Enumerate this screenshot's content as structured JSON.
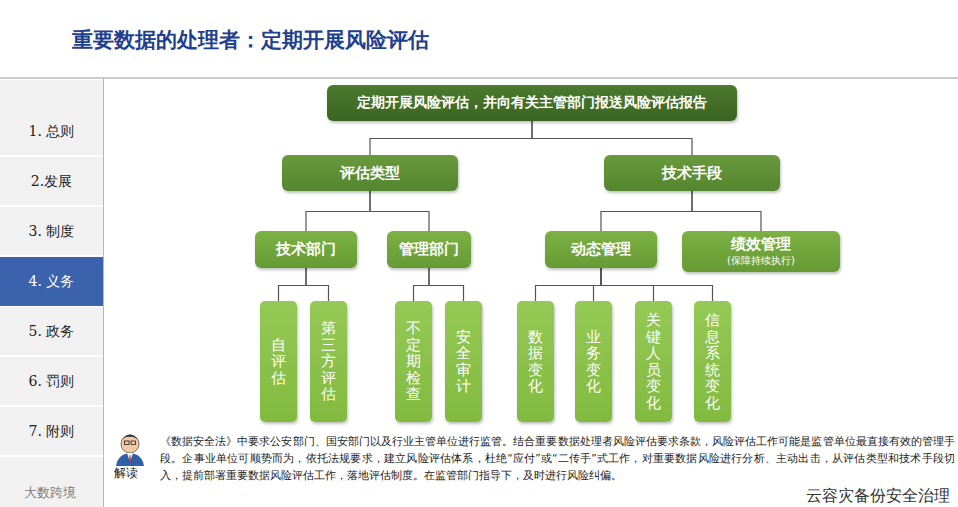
{
  "diagram": {
    "title": "重要数据的处理者：定期开展风险评估",
    "nodes": [
      {
        "text": [
          "定期开展风险评估，并向有关主管部门报送风险评估报告"
        ]
      },
      {
        "text": [
          "评估类型"
        ]
      },
      {
        "text": [
          "技术手段"
        ]
      },
      {
        "text": [
          "技术部门"
        ]
      },
      {
        "text": [
          "管理部门"
        ]
      },
      {
        "text": [
          "动态管理"
        ]
      },
      {
        "text": [
          "绩效管理",
          "(保障持续执行)"
        ]
      },
      {
        "text": [
          "自评估"
        ]
      },
      {
        "text": [
          "第三方评估"
        ]
      },
      {
        "text": [
          "不定期检查"
        ]
      },
      {
        "text": [
          "安全审计"
        ]
      },
      {
        "text": [
          "数据变化"
        ]
      },
      {
        "text": [
          "业务变化"
        ]
      },
      {
        "text": [
          "关键人员变化"
        ]
      },
      {
        "text": [
          "信息系统变化"
        ]
      }
    ],
    "edges": [
      {
        "from": 0,
        "to": 1,
        "arrow": "none"
      },
      {
        "from": 0,
        "to": 2,
        "arrow": "none"
      },
      {
        "from": 1,
        "to": 3,
        "arrow": "none"
      },
      {
        "from": 1,
        "to": 4,
        "arrow": "none"
      },
      {
        "from": 2,
        "to": 5,
        "arrow": "none"
      },
      {
        "from": 2,
        "to": 6,
        "arrow": "none"
      },
      {
        "from": 3,
        "to": 7,
        "arrow": "none"
      },
      {
        "from": 3,
        "to": 8,
        "arrow": "none"
      },
      {
        "from": 4,
        "to": 9,
        "arrow": "none"
      },
      {
        "from": 4,
        "to": 10,
        "arrow": "none"
      },
      {
        "from": 5,
        "to": 11,
        "arrow": "none"
      },
      {
        "from": 5,
        "to": 12,
        "arrow": "none"
      },
      {
        "from": 5,
        "to": 13,
        "arrow": "none"
      },
      {
        "from": 5,
        "to": 14,
        "arrow": "none"
      }
    ],
    "labels": [
      "1. 总则",
      "2.发展",
      "3. 制度",
      "4. 义务",
      "5. 政务",
      "6. 罚则",
      "7. 附则",
      "解读",
      "《数据安全法》中要求公安部门、国安部门以及行业主管单位进行监管。结合重要数据处理者风险评估要求条款，风险评估工作可能是监管单位最直接有效的管理手段。企事业单位可顺势而为，依托法规要求，建立风险评估体系，杜绝“应付”或“二传手”式工作，对重要数据风险进行分析、主动出击，从评估类型和技术手段切入，提前部署重要数据风险评估工作，落地评估制度。在监管部门指导下，及时进行风险纠偏。",
      "云容灾备份安全治理",
      "大数跨境"
    ]
  }
}
